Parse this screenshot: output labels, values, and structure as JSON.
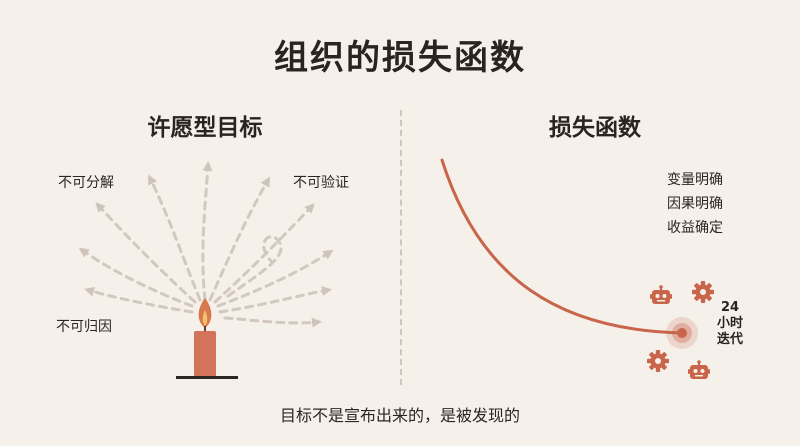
{
  "title": "组织的损失函数",
  "left": {
    "heading": "许愿型目标",
    "labels": [
      "不可分解",
      "不可验证",
      "不可归因"
    ]
  },
  "right": {
    "heading": "损失函数",
    "properties": [
      "变量明确",
      "因果明确",
      "收益确定"
    ],
    "iteration": [
      "24",
      "小时",
      "迭代"
    ]
  },
  "caption": "目标不是宣布出来的，是被发现的",
  "colors": {
    "background": "#f5f0ea",
    "accent": "#c8654a",
    "arrow": "#cfc4ba",
    "text": "#2b2623"
  },
  "icons": [
    "candle-icon",
    "robot-icon",
    "gear-icon"
  ]
}
